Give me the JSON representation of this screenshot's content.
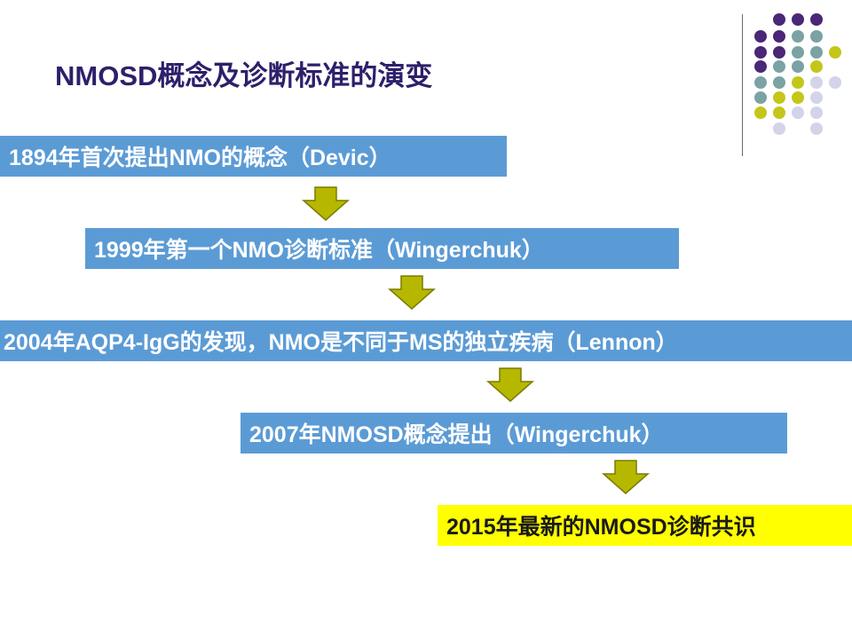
{
  "slide": {
    "title": "NMOSD概念及诊断标准的演变"
  },
  "decoration": {
    "dot_colors": {
      "purple": "#4b2777",
      "teal": "#7ba2a4",
      "olive": "#c5c61a",
      "lavender": "#d3d3ea"
    },
    "arrow_fill": "#b6b800",
    "arrow_stroke": "#7a7a00"
  },
  "timeline": {
    "steps": [
      {
        "text": "1894年首次提出NMO的概念（Devic）"
      },
      {
        "text": "1999年第一个NMO诊断标准（Wingerchuk）"
      },
      {
        "text": "2004年AQP4-IgG的发现，NMO是不同于MS的独立疾病（Lennon）"
      },
      {
        "text": "2007年NMOSD概念提出（Wingerchuk）"
      },
      {
        "text": "2015年最新的NMOSD诊断共识"
      }
    ]
  }
}
